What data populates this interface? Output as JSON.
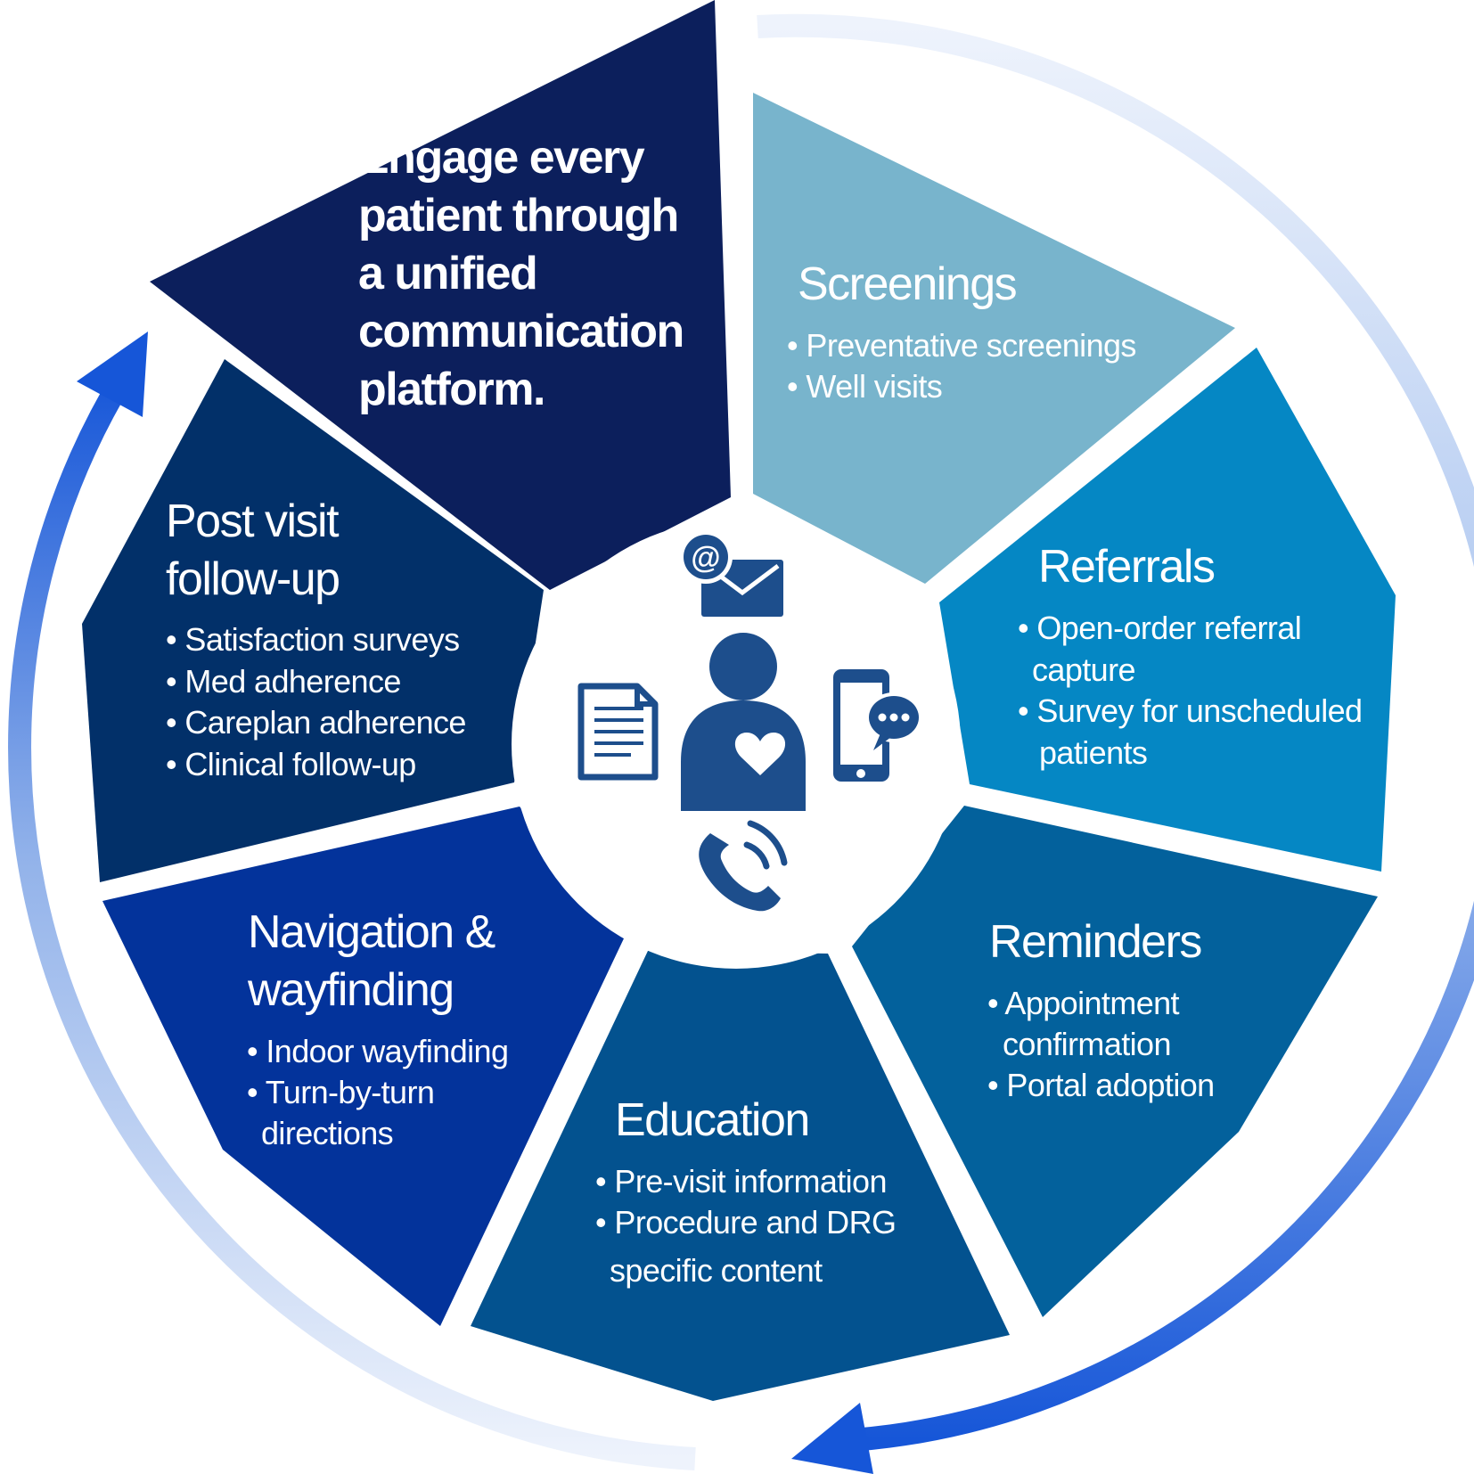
{
  "title": {
    "lines": [
      "Engage every",
      "patient through",
      "a unified",
      "communication",
      "platform."
    ]
  },
  "segments": {
    "screenings": {
      "heading": [
        "Screenings"
      ],
      "bullets": [
        "• Preventative screenings",
        "• Well visits"
      ]
    },
    "referrals": {
      "heading": [
        "Referrals"
      ],
      "bullets": [
        "• Open-order referral",
        "capture",
        "• Survey for unscheduled",
        "patients"
      ]
    },
    "reminders": {
      "heading": [
        "Reminders"
      ],
      "bullets": [
        "• Appointment",
        "confirmation",
        "• Portal adoption"
      ]
    },
    "education": {
      "heading": [
        "Education"
      ],
      "bullets": [
        "• Pre-visit information",
        "• Procedure and DRG",
        "specific content"
      ]
    },
    "navigation": {
      "heading": [
        "Navigation &",
        "wayfinding"
      ],
      "bullets": [
        "• Indoor  wayfinding",
        "• Turn-by-turn",
        "directions"
      ]
    },
    "post_visit": {
      "heading": [
        "Post visit",
        "follow-up"
      ],
      "bullets": [
        "• Satisfaction surveys",
        "• Med adherence",
        "• Careplan adherence",
        "• Clinical follow-up"
      ]
    }
  },
  "center": {
    "icons": [
      "email-icon",
      "document-icon",
      "patient-heart-icon",
      "smartphone-chat-icon",
      "phone-call-icon"
    ],
    "email_symbol": "@"
  },
  "colors": {
    "title_segment": "#0c1f5c",
    "screenings": "#78b4cc",
    "referrals": "#0587c4",
    "reminders": "#03619c",
    "education": "#03528f",
    "navigation": "#03339b",
    "post_visit": "#023069",
    "icon": "#1d4e8c",
    "arrow_dark": "#1656d8",
    "arrow_light": "#e3ecfa"
  }
}
